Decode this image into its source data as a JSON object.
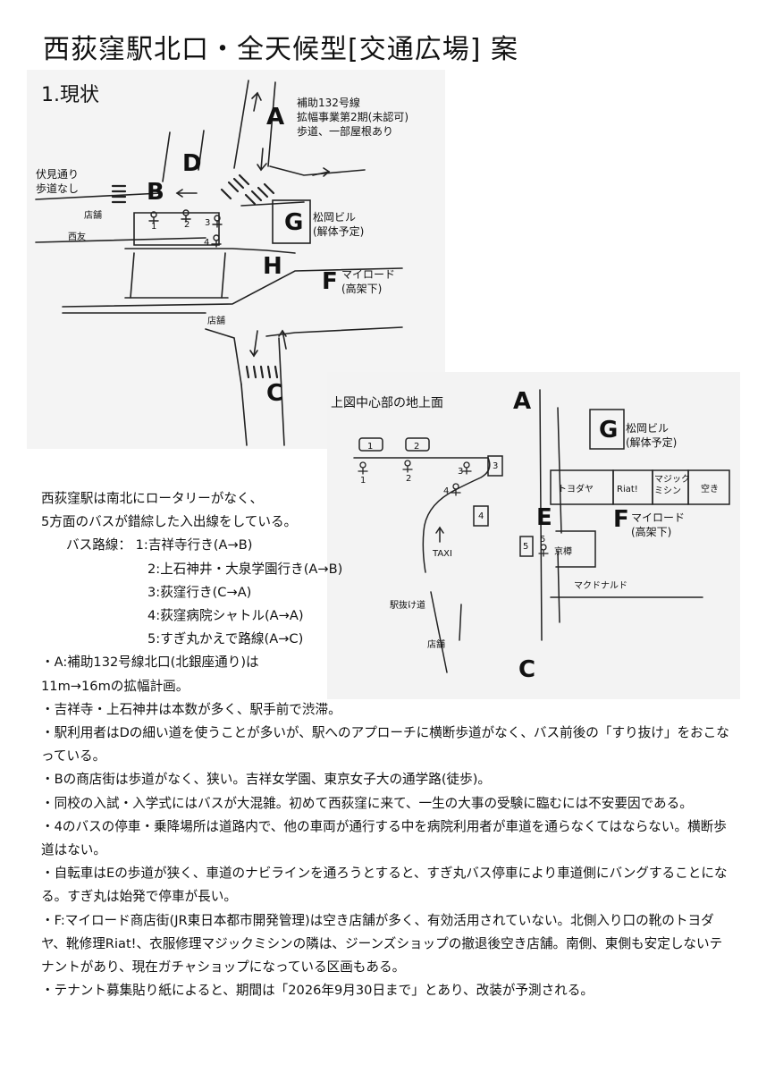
{
  "title": "西荻窪駅北口・全天候型[交通広場] 案",
  "map1": {
    "section_title": "1.現状",
    "letters": {
      "A": "A",
      "B": "B",
      "C": "C",
      "D": "D",
      "F": "F",
      "G": "G",
      "H": "H"
    },
    "labels": {
      "road_a": [
        "補助132号線",
        "拡幅事業第2期(未認可)",
        "歩道、一部屋根あり"
      ],
      "fushimi": [
        "伏見通り",
        "歩道なし"
      ],
      "shop1": "店舗",
      "seiyu": "西友",
      "matsuoka": [
        "松岡ビル",
        "(解体予定)"
      ],
      "myroad": [
        "マイロード",
        "(高架下)"
      ],
      "shop2": "店舗",
      "stops": [
        "1",
        "2",
        "3",
        "4"
      ]
    }
  },
  "map2": {
    "section_title": "上図中心部の地上面",
    "letters": {
      "A": "A",
      "C": "C",
      "E": "E",
      "F": "F",
      "G": "G"
    },
    "labels": {
      "matsuoka": [
        "松岡ビル",
        "(解体予定)"
      ],
      "shops": [
        "トヨダヤ",
        "Riat!",
        "マジック\nミシン",
        "空き"
      ],
      "myroad": [
        "マイロード",
        "(高架下)"
      ],
      "kyotaru": "京樽",
      "mcd": "マクドナルド",
      "shortcut": "駅抜け道",
      "shop": "店舗",
      "taxi": "TAXI",
      "boxes": [
        "1",
        "2",
        "3",
        "4",
        "5"
      ],
      "stops": [
        "1",
        "2",
        "3",
        "4",
        "5"
      ]
    }
  },
  "body": {
    "intro1": "西荻窪駅は南北にロータリーがなく、",
    "intro2": "5方面のバスが錯綜した入出線をしている。",
    "routes_label": "バス路線：",
    "routes": [
      "1:吉祥寺行き(A→B)",
      "2:上石神井・大泉学園行き(A→B)",
      "3:荻窪行き(C→A)",
      "4:荻窪病院シャトル(A→A)",
      "5:すぎ丸かえで路線(A→C)"
    ],
    "p1a": "・A:補助132号線北口(北銀座通り)は",
    "p1b": "11m→16mの拡幅計画。",
    "p2": "・吉祥寺・上石神井は本数が多く、駅手前で渋滞。",
    "p3": "・駅利用者はDの細い道を使うことが多いが、駅へのアプローチに横断歩道がなく、バス前後の「すり抜け」をおこなっている。",
    "p4": "・Bの商店街は歩道がなく、狭い。吉祥女学園、東京女子大の通学路(徒歩)。",
    "p5": "・同校の入試・入学式にはバスが大混雑。初めて西荻窪に来て、一生の大事の受験に臨むには不安要因である。",
    "p6": "・4のバスの停車・乗降場所は道路内で、他の車両が通行する中を病院利用者が車道を通らなくてはならない。横断歩道はない。",
    "p7": "・自転車はEの歩道が狭く、車道のナビラインを通ろうとすると、すぎ丸バス停車により車道側にバングすることになる。すぎ丸は始発で停車が長い。",
    "p8": "・F:マイロード商店街(JR東日本都市開発管理)は空き店舗が多く、有効活用されていない。北側入り口の靴のトヨダヤ、靴修理Riat!、衣服修理マジックミシンの隣は、ジーンズショップの撤退後空き店舗。南側、東側も安定しないテナントがあり、現在ガチャショップになっている区画もある。",
    "p9": "・テナント募集貼り紙によると、期間は「2026年9月30日まで」とあり、改装が予測される。"
  }
}
